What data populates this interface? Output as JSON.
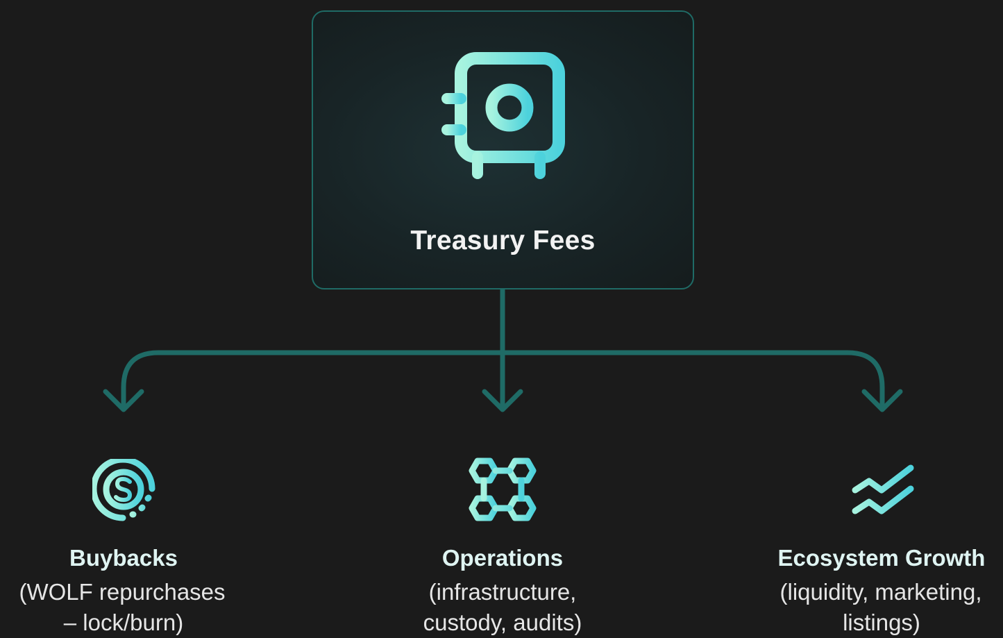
{
  "colors": {
    "background": "#1b1b1b",
    "connector": "#1f6b66",
    "accent_light": "#a5f2e0",
    "accent_teal": "#4fd6da"
  },
  "root": {
    "title": "Treasury Fees",
    "icon": "safe-vault-icon"
  },
  "branches": [
    {
      "title": "Buybacks",
      "desc_line1": "(WOLF repurchases",
      "desc_line2": "– lock/burn)",
      "icon": "dollar-circle-icon"
    },
    {
      "title": "Operations",
      "desc_line1": "(infrastructure,",
      "desc_line2": "custody, audits)",
      "icon": "hexagon-network-icon"
    },
    {
      "title": "Ecosystem Growth",
      "desc_line1": "(liquidity, marketing,",
      "desc_line2": "listings)",
      "icon": "trend-lines-icon"
    }
  ]
}
